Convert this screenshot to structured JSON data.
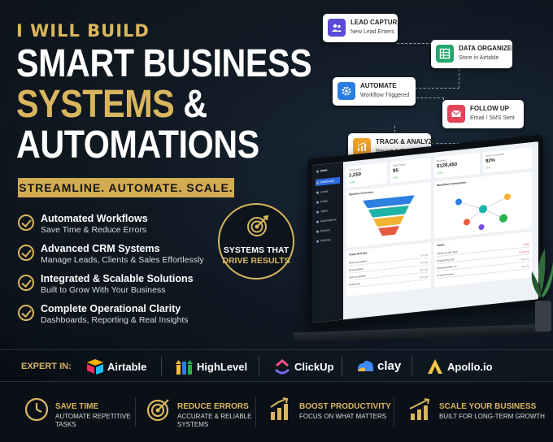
{
  "headline": {
    "eyebrow": "I WILL BUILD",
    "line1": "SMART BUSINESS",
    "line2_gold": "SYSTEMS",
    "line2_white": " &",
    "line3": "AUTOMATIONS",
    "banner": "STREAMLINE. AUTOMATE. SCALE."
  },
  "features": [
    {
      "title": "Automated Workflows",
      "subtitle": "Save Time & Reduce Errors"
    },
    {
      "title": "Advanced CRM Systems",
      "subtitle": "Manage Leads, Clients & Sales Effortlessly"
    },
    {
      "title": "Integrated & Scalable Solutions",
      "subtitle": "Built to Grow With Your Business"
    },
    {
      "title": "Complete Operational Clarity",
      "subtitle": "Dashboards, Reporting & Real Insights"
    }
  ],
  "badge": {
    "line1": "SYSTEMS THAT",
    "line2": "DRIVE RESULTS"
  },
  "flow": [
    {
      "title": "LEAD CAPTURE",
      "subtitle": "New Lead Enters",
      "color": "#5b4bd8",
      "icon": "users-icon"
    },
    {
      "title": "DATA ORGANIZED",
      "subtitle": "Store in Airtable",
      "color": "#23a66b",
      "icon": "table-icon"
    },
    {
      "title": "AUTOMATE",
      "subtitle": "Workflow Triggered",
      "color": "#2a7de1",
      "icon": "gear-icon"
    },
    {
      "title": "FOLLOW UP",
      "subtitle": "Email / SMS Sent",
      "color": "#e2455a",
      "icon": "mail-icon"
    },
    {
      "title": "TRACK & ANALYZE",
      "subtitle": "Report & Optimize",
      "color": "#f0a22a",
      "icon": "chart-icon"
    }
  ],
  "dashboard": {
    "brand": "Dash",
    "nav": [
      "Dashboard",
      "Leads",
      "Deals",
      "Tasks",
      "Automations",
      "Reports",
      "Settings"
    ],
    "kpis": [
      {
        "label": "Total Leads",
        "value": "1,250",
        "delta": "+12%"
      },
      {
        "label": "Open Deals",
        "value": "85",
        "delta": "+8%"
      },
      {
        "label": "Revenue",
        "value": "$128,450",
        "delta": "+15%"
      },
      {
        "label": "Tasks Completed",
        "value": "92%",
        "delta": "+5%"
      }
    ],
    "pipeline_title": "Pipeline Overview",
    "workflow_title": "Workflow Automation",
    "activity_title": "Team Activity",
    "activity": [
      {
        "text": "New lead added",
        "time": "2m ago"
      },
      {
        "text": "Deal updated",
        "time": "5m ago"
      },
      {
        "text": "Task completed",
        "time": "10m ago"
      },
      {
        "text": "Email sent",
        "time": "15m ago"
      }
    ],
    "tasks_title": "Tasks",
    "tasks": [
      {
        "text": "Follow up with lead",
        "due": "Today"
      },
      {
        "text": "Onboarding call",
        "due": "Tomorrow"
      },
      {
        "text": "Proposal follow up",
        "due": "May 25"
      },
      {
        "text": "Contract review",
        "due": "May 28"
      }
    ]
  },
  "expert": {
    "label": "EXPERT IN:",
    "tools": [
      "Airtable",
      "HighLevel",
      "ClickUp",
      "clay",
      "Apollo.io"
    ]
  },
  "benefits": [
    {
      "title": "SAVE TIME",
      "subtitle": "AUTOMATE REPETITIVE TASKS",
      "icon": "clock-icon"
    },
    {
      "title": "REDUCE ERRORS",
      "subtitle": "ACCURATE & RELIABLE SYSTEMS",
      "icon": "target-icon"
    },
    {
      "title": "BOOST PRODUCTIVITY",
      "subtitle": "FOCUS ON WHAT MATTERS",
      "icon": "bar-chart-icon"
    },
    {
      "title": "SCALE YOUR BUSINESS",
      "subtitle": "BUILT FOR LONG-TERM GROWTH",
      "icon": "growth-chart-icon"
    }
  ]
}
